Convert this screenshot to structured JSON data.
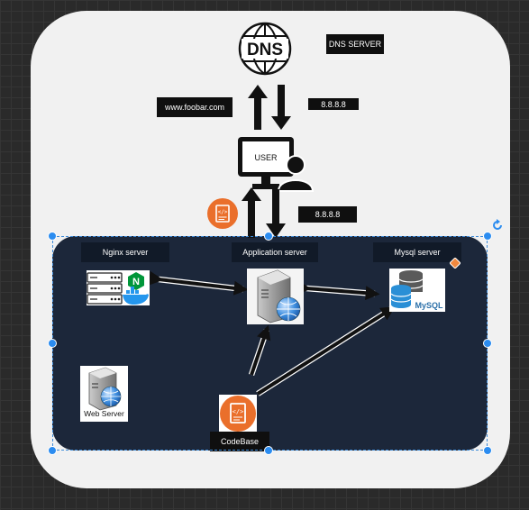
{
  "colors": {
    "canvas": "#2a2a2a",
    "card": "#f1f1f1",
    "vpc": "#1c273a",
    "label_bg": "#0f0f0f",
    "selection": "#2b8cf0",
    "codebase_orange": "#ea6f2b"
  },
  "nodes": {
    "dns": {
      "icon_text": "DNS",
      "label": "DNS SERVER"
    },
    "domain_label": "www.foobar.com",
    "ip_top": "8.8.8.8",
    "user": {
      "label": "USER"
    },
    "ip_bottom": "8.8.8.8",
    "nginx": {
      "label": "Nginx server",
      "badge": "N"
    },
    "app": {
      "label": "Application server"
    },
    "mysql": {
      "label": "Mysql server",
      "logo_text": "MySQL"
    },
    "webserver": {
      "caption": "Web Server"
    },
    "codebase": {
      "label": "CodeBase"
    }
  },
  "icons": [
    "dns-globe-icon",
    "user-computer-icon",
    "code-file-icon",
    "server-rack-icon",
    "nginx-icon",
    "docker-whale-icon",
    "server-globe-icon",
    "mysql-database-icon",
    "web-server-icon",
    "rotate-icon",
    "diamond-icon"
  ]
}
